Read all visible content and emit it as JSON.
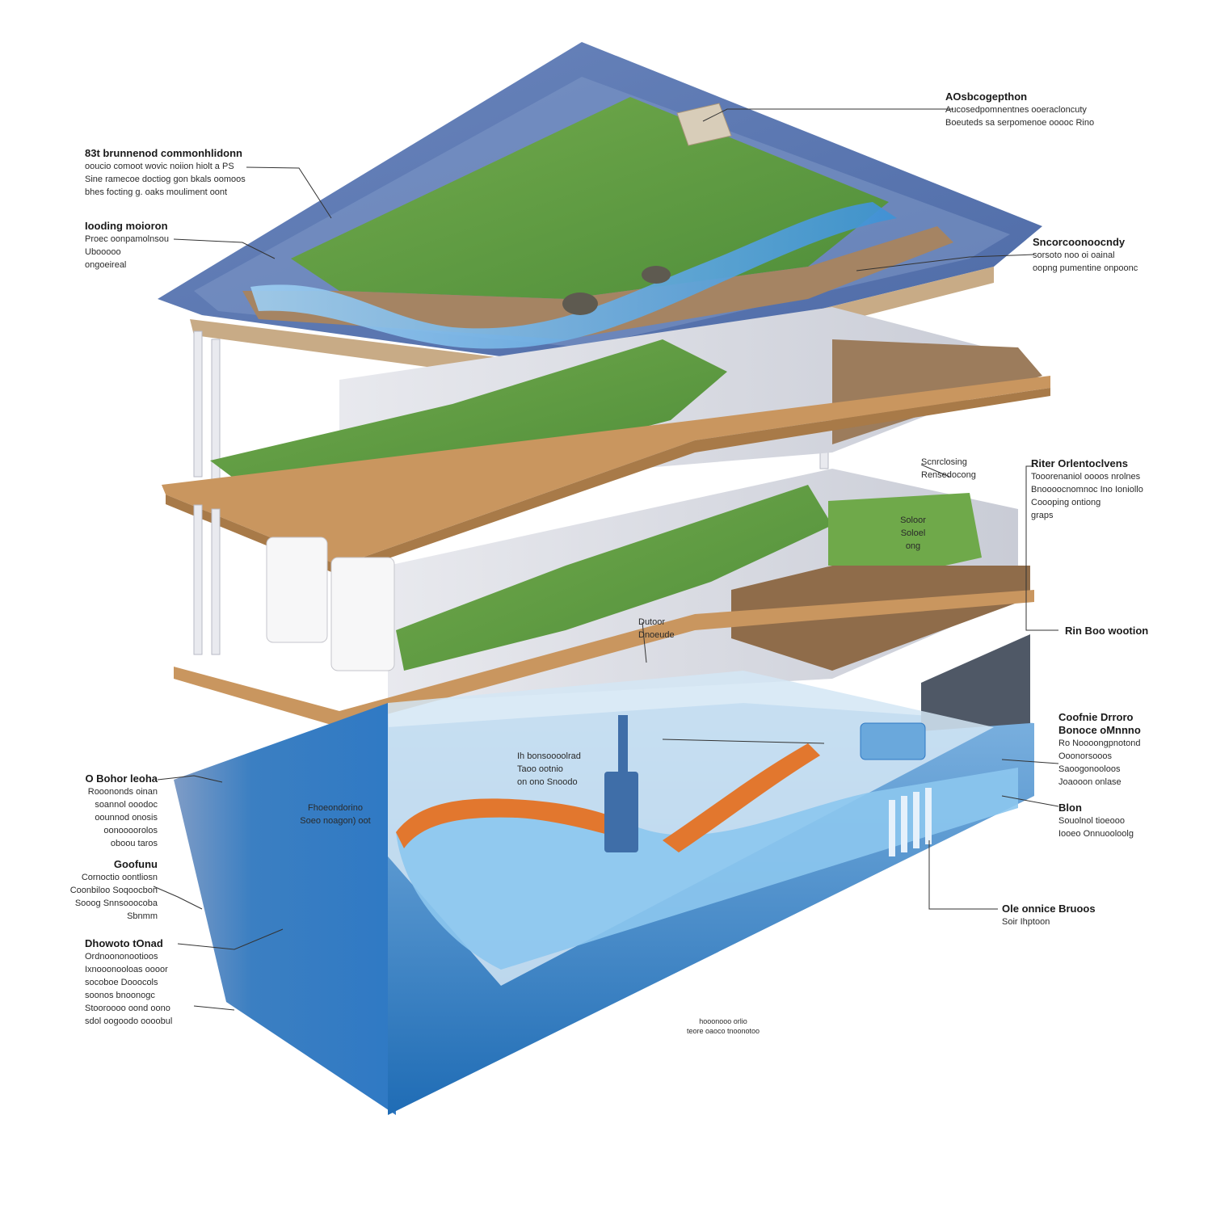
{
  "colors": {
    "roof": "#5d7ab2",
    "lawn": "#6fa94a",
    "soil": "#9a7a58",
    "slab": "#c9965f",
    "water": "#3a8fd0",
    "tank": "#2f7fc4",
    "liner": "#e2772e",
    "wall": "#dcdde3",
    "leader": "#333333"
  },
  "labels": {
    "roof_top": {
      "title": "AOsbcogepthon",
      "lines": [
        "Aucosedpomnentnes ooeracloncuty",
        "Boeuteds sa serpomenoe ooooc Rino"
      ]
    },
    "top_left": {
      "title": "83t brunnenod commonhlidonn",
      "lines": [
        "ooucio comoot wovic noiion hiolt a PS",
        "Sine ramecoe doctiog gon bkals oomoos",
        "bhes focting g. oaks mouliment oont"
      ]
    },
    "garden_left": {
      "title": "Iooding moioron",
      "lines": [
        "Proec oonpamolnsou",
        "Ubooooo",
        "ongoeireal"
      ]
    },
    "right_upper": {
      "title": "Sncorcoonoocndy",
      "lines": [
        "sorsoto noo oi oainal",
        "oopng pumentine onpoonc"
      ]
    },
    "mid_center": {
      "title": "Scnrclosing",
      "lines": [
        "Rensedocong"
      ]
    },
    "right_mid": {
      "title": "Riter Orlentoclvens",
      "lines": [
        "Tooorenaniol oooos nrolnes",
        "Bnoooocnomnoc Ino Ioniollo",
        "Coooping ontiong",
        "graps"
      ]
    },
    "grass_block": {
      "title": "Soloor",
      "lines": [
        "Soloel",
        "ong"
      ]
    },
    "mid_center_low": {
      "title": "Dutoor",
      "lines": [
        "Dnoeude"
      ]
    },
    "right_base": {
      "title": "Rin Boo wootion"
    },
    "left_base": {
      "title": "O Bohor leoha",
      "lines": [
        "Rooononds oinan",
        "soannol ooodoc",
        "oounnod onosis",
        "oonoooorolos",
        "oboou taros"
      ]
    },
    "tank_upper_center": {
      "title": "Ih bonsoooolrad",
      "lines": [
        "Taoo ootnio",
        "on ono Snoodo"
      ]
    },
    "tank_left_center": {
      "title": "Fhoeondorino",
      "lines": [
        "Soeo noagon) oot"
      ]
    },
    "right_tank": {
      "title": "Coofnie Drroro",
      "title2": "Bonoce oMnnno",
      "lines": [
        "Ro Noooongpnotond",
        "Ooonorsooos",
        "Saoogonooloos",
        "Joaooon onlase"
      ]
    },
    "right_tank_mid": {
      "title": "Blon",
      "lines": [
        "Souolnol tioeooo",
        "Iooeo Onnuooloolg"
      ]
    },
    "left_lower": {
      "title": "Goofunu",
      "lines": [
        "Cornoctio oontliosn",
        "Coonbiloo Soqoocbon",
        "Sooog Snnsooocoba",
        "Sbnmm"
      ]
    },
    "right_bottom": {
      "title": "Ole onnice Bruoos",
      "lines": [
        "Soir Ihptoon"
      ]
    },
    "left_bottom": {
      "title": "Dhowoto tOnad",
      "lines": [
        "Ordnoononootioos",
        "Ixnooonooloas oooor",
        "socoboe Dooocols",
        "soonos bnoonogc",
        "Stooroooo oond oono",
        "sdol oogoodo oooobul"
      ]
    },
    "bottom_center": {
      "title": "",
      "lines": [
        "hooonooo orlio",
        "teore oaoco tnoonotoo"
      ]
    }
  }
}
